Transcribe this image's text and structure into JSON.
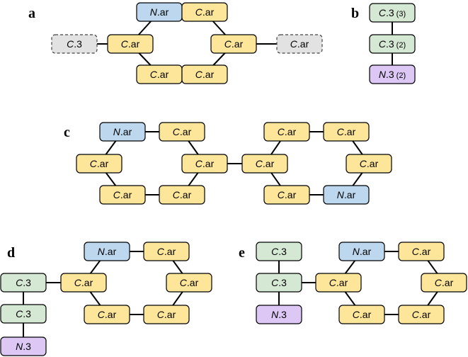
{
  "colors": {
    "aromatic_carbon": "#FDE59A",
    "aromatic_nitrogen": "#BDD7EE",
    "sp3_carbon": "#D5E8D4",
    "sp3_nitrogen": "#DCC7F5",
    "placeholder": "#E2E2E2"
  },
  "panels": [
    {
      "label": "a",
      "nodes": [
        {
          "id": "n",
          "el": "N",
          "type": ".ar",
          "sub": "",
          "color": "aromatic_nitrogen",
          "dashed": false
        },
        {
          "id": "c1",
          "el": "C",
          "type": ".ar",
          "sub": "",
          "color": "aromatic_carbon",
          "dashed": false
        },
        {
          "id": "c2",
          "el": "C",
          "type": ".ar",
          "sub": "",
          "color": "aromatic_carbon",
          "dashed": false
        },
        {
          "id": "c3",
          "el": "C",
          "type": ".ar",
          "sub": "",
          "color": "aromatic_carbon",
          "dashed": false
        },
        {
          "id": "c4",
          "el": "C",
          "type": ".ar",
          "sub": "",
          "color": "aromatic_carbon",
          "dashed": false
        },
        {
          "id": "c5",
          "el": "C",
          "type": ".ar",
          "sub": "",
          "color": "aromatic_carbon",
          "dashed": false
        },
        {
          "id": "x1",
          "el": "C",
          "type": ".3",
          "sub": "",
          "color": "placeholder",
          "dashed": true
        },
        {
          "id": "x2",
          "el": "C",
          "type": ".ar",
          "sub": "",
          "color": "placeholder",
          "dashed": true
        }
      ],
      "edges": [
        [
          "n",
          "c1"
        ],
        [
          "c1",
          "c3"
        ],
        [
          "c3",
          "c5"
        ],
        [
          "c5",
          "c4"
        ],
        [
          "c4",
          "c2"
        ],
        [
          "c2",
          "n"
        ],
        [
          "x1",
          "c2"
        ],
        [
          "c3",
          "x2"
        ]
      ]
    },
    {
      "label": "b",
      "nodes": [
        {
          "id": "c1",
          "el": "C",
          "type": ".3",
          "sub": "(3)",
          "color": "sp3_carbon",
          "dashed": false
        },
        {
          "id": "c2",
          "el": "C",
          "type": ".3",
          "sub": "(2)",
          "color": "sp3_carbon",
          "dashed": false
        },
        {
          "id": "n",
          "el": "N",
          "type": ".3",
          "sub": "(2)",
          "color": "sp3_nitrogen",
          "dashed": false
        }
      ],
      "edges": [
        [
          "c1",
          "c2"
        ],
        [
          "c2",
          "n"
        ]
      ]
    },
    {
      "label": "c",
      "nodes": [
        {
          "id": "n1",
          "el": "N",
          "type": ".ar",
          "sub": "",
          "color": "aromatic_nitrogen",
          "dashed": false
        },
        {
          "id": "a1",
          "el": "C",
          "type": ".ar",
          "sub": "",
          "color": "aromatic_carbon",
          "dashed": false
        },
        {
          "id": "a2",
          "el": "C",
          "type": ".ar",
          "sub": "",
          "color": "aromatic_carbon",
          "dashed": false
        },
        {
          "id": "a3",
          "el": "C",
          "type": ".ar",
          "sub": "",
          "color": "aromatic_carbon",
          "dashed": false
        },
        {
          "id": "a4",
          "el": "C",
          "type": ".ar",
          "sub": "",
          "color": "aromatic_carbon",
          "dashed": false
        },
        {
          "id": "a5",
          "el": "C",
          "type": ".ar",
          "sub": "",
          "color": "aromatic_carbon",
          "dashed": false
        },
        {
          "id": "b1",
          "el": "C",
          "type": ".ar",
          "sub": "",
          "color": "aromatic_carbon",
          "dashed": false
        },
        {
          "id": "b2",
          "el": "C",
          "type": ".ar",
          "sub": "",
          "color": "aromatic_carbon",
          "dashed": false
        },
        {
          "id": "b3",
          "el": "C",
          "type": ".ar",
          "sub": "",
          "color": "aromatic_carbon",
          "dashed": false
        },
        {
          "id": "b4",
          "el": "C",
          "type": ".ar",
          "sub": "",
          "color": "aromatic_carbon",
          "dashed": false
        },
        {
          "id": "b5",
          "el": "C",
          "type": ".ar",
          "sub": "",
          "color": "aromatic_carbon",
          "dashed": false
        },
        {
          "id": "n2",
          "el": "N",
          "type": ".ar",
          "sub": "",
          "color": "aromatic_nitrogen",
          "dashed": false
        }
      ],
      "edges": [
        [
          "n1",
          "a1"
        ],
        [
          "a1",
          "a3"
        ],
        [
          "a3",
          "a5"
        ],
        [
          "a5",
          "a4"
        ],
        [
          "a4",
          "a2"
        ],
        [
          "a2",
          "n1"
        ],
        [
          "a3",
          "b2"
        ],
        [
          "b2",
          "b1"
        ],
        [
          "b1",
          "b3"
        ],
        [
          "b3",
          "b5"
        ],
        [
          "b5",
          "n2"
        ],
        [
          "n2",
          "b4"
        ],
        [
          "b4",
          "b2"
        ]
      ]
    },
    {
      "label": "d",
      "nodes": [
        {
          "id": "n",
          "el": "N",
          "type": ".ar",
          "sub": "",
          "color": "aromatic_nitrogen",
          "dashed": false
        },
        {
          "id": "c1",
          "el": "C",
          "type": ".ar",
          "sub": "",
          "color": "aromatic_carbon",
          "dashed": false
        },
        {
          "id": "c2",
          "el": "C",
          "type": ".ar",
          "sub": "",
          "color": "aromatic_carbon",
          "dashed": false
        },
        {
          "id": "c3",
          "el": "C",
          "type": ".ar",
          "sub": "",
          "color": "aromatic_carbon",
          "dashed": false
        },
        {
          "id": "c4",
          "el": "C",
          "type": ".ar",
          "sub": "",
          "color": "aromatic_carbon",
          "dashed": false
        },
        {
          "id": "c5",
          "el": "C",
          "type": ".ar",
          "sub": "",
          "color": "aromatic_carbon",
          "dashed": false
        },
        {
          "id": "s1",
          "el": "C",
          "type": ".3",
          "sub": "",
          "color": "sp3_carbon",
          "dashed": false
        },
        {
          "id": "s2",
          "el": "C",
          "type": ".3",
          "sub": "",
          "color": "sp3_carbon",
          "dashed": false
        },
        {
          "id": "s3",
          "el": "N",
          "type": ".3",
          "sub": "",
          "color": "sp3_nitrogen",
          "dashed": false
        }
      ],
      "edges": [
        [
          "n",
          "c1"
        ],
        [
          "c1",
          "c3"
        ],
        [
          "c3",
          "c5"
        ],
        [
          "c5",
          "c4"
        ],
        [
          "c4",
          "c2"
        ],
        [
          "c2",
          "n"
        ],
        [
          "s1",
          "c2"
        ],
        [
          "s1",
          "s2"
        ],
        [
          "s2",
          "s3"
        ]
      ]
    },
    {
      "label": "e",
      "nodes": [
        {
          "id": "n",
          "el": "N",
          "type": ".ar",
          "sub": "",
          "color": "aromatic_nitrogen",
          "dashed": false
        },
        {
          "id": "c1",
          "el": "C",
          "type": ".ar",
          "sub": "",
          "color": "aromatic_carbon",
          "dashed": false
        },
        {
          "id": "c2",
          "el": "C",
          "type": ".ar",
          "sub": "",
          "color": "aromatic_carbon",
          "dashed": false
        },
        {
          "id": "c3",
          "el": "C",
          "type": ".ar",
          "sub": "",
          "color": "aromatic_carbon",
          "dashed": false
        },
        {
          "id": "c4",
          "el": "C",
          "type": ".ar",
          "sub": "",
          "color": "aromatic_carbon",
          "dashed": false
        },
        {
          "id": "c5",
          "el": "C",
          "type": ".ar",
          "sub": "",
          "color": "aromatic_carbon",
          "dashed": false
        },
        {
          "id": "s1",
          "el": "C",
          "type": ".3",
          "sub": "",
          "color": "sp3_carbon",
          "dashed": false
        },
        {
          "id": "s2",
          "el": "C",
          "type": ".3",
          "sub": "",
          "color": "sp3_carbon",
          "dashed": false
        },
        {
          "id": "s3",
          "el": "N",
          "type": ".3",
          "sub": "",
          "color": "sp3_nitrogen",
          "dashed": false
        }
      ],
      "edges": [
        [
          "n",
          "c1"
        ],
        [
          "c1",
          "c3"
        ],
        [
          "c3",
          "c5"
        ],
        [
          "c5",
          "c4"
        ],
        [
          "c4",
          "c2"
        ],
        [
          "c2",
          "n"
        ],
        [
          "s1",
          "s2"
        ],
        [
          "s2",
          "s3"
        ],
        [
          "s2",
          "c2"
        ]
      ]
    }
  ]
}
